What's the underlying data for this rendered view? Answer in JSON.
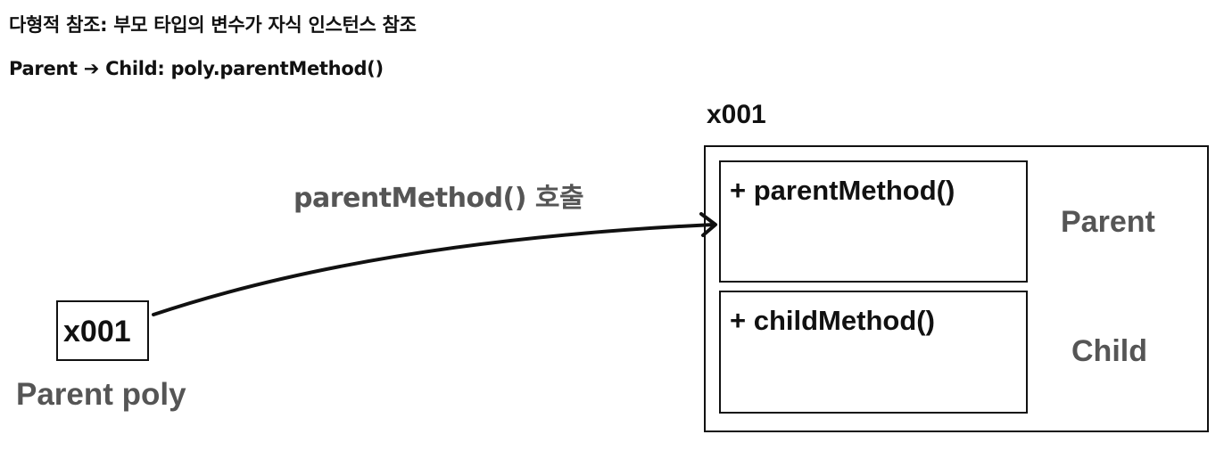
{
  "headings": {
    "main": "다형적 참조: 부모 타입의 변수가 자식 인스턴스 참조",
    "sub": "Parent ➔ Child: poly.parentMethod()"
  },
  "variable": {
    "value": "x001",
    "name": "Parent poly"
  },
  "call": {
    "label": "parentMethod() 호출"
  },
  "instance": {
    "address": "x001",
    "parent": {
      "method": "+ parentMethod()",
      "name": "Parent"
    },
    "child": {
      "method": "+ childMethod()",
      "name": "Child"
    }
  },
  "icons": {
    "reference": "arrow-icon"
  }
}
